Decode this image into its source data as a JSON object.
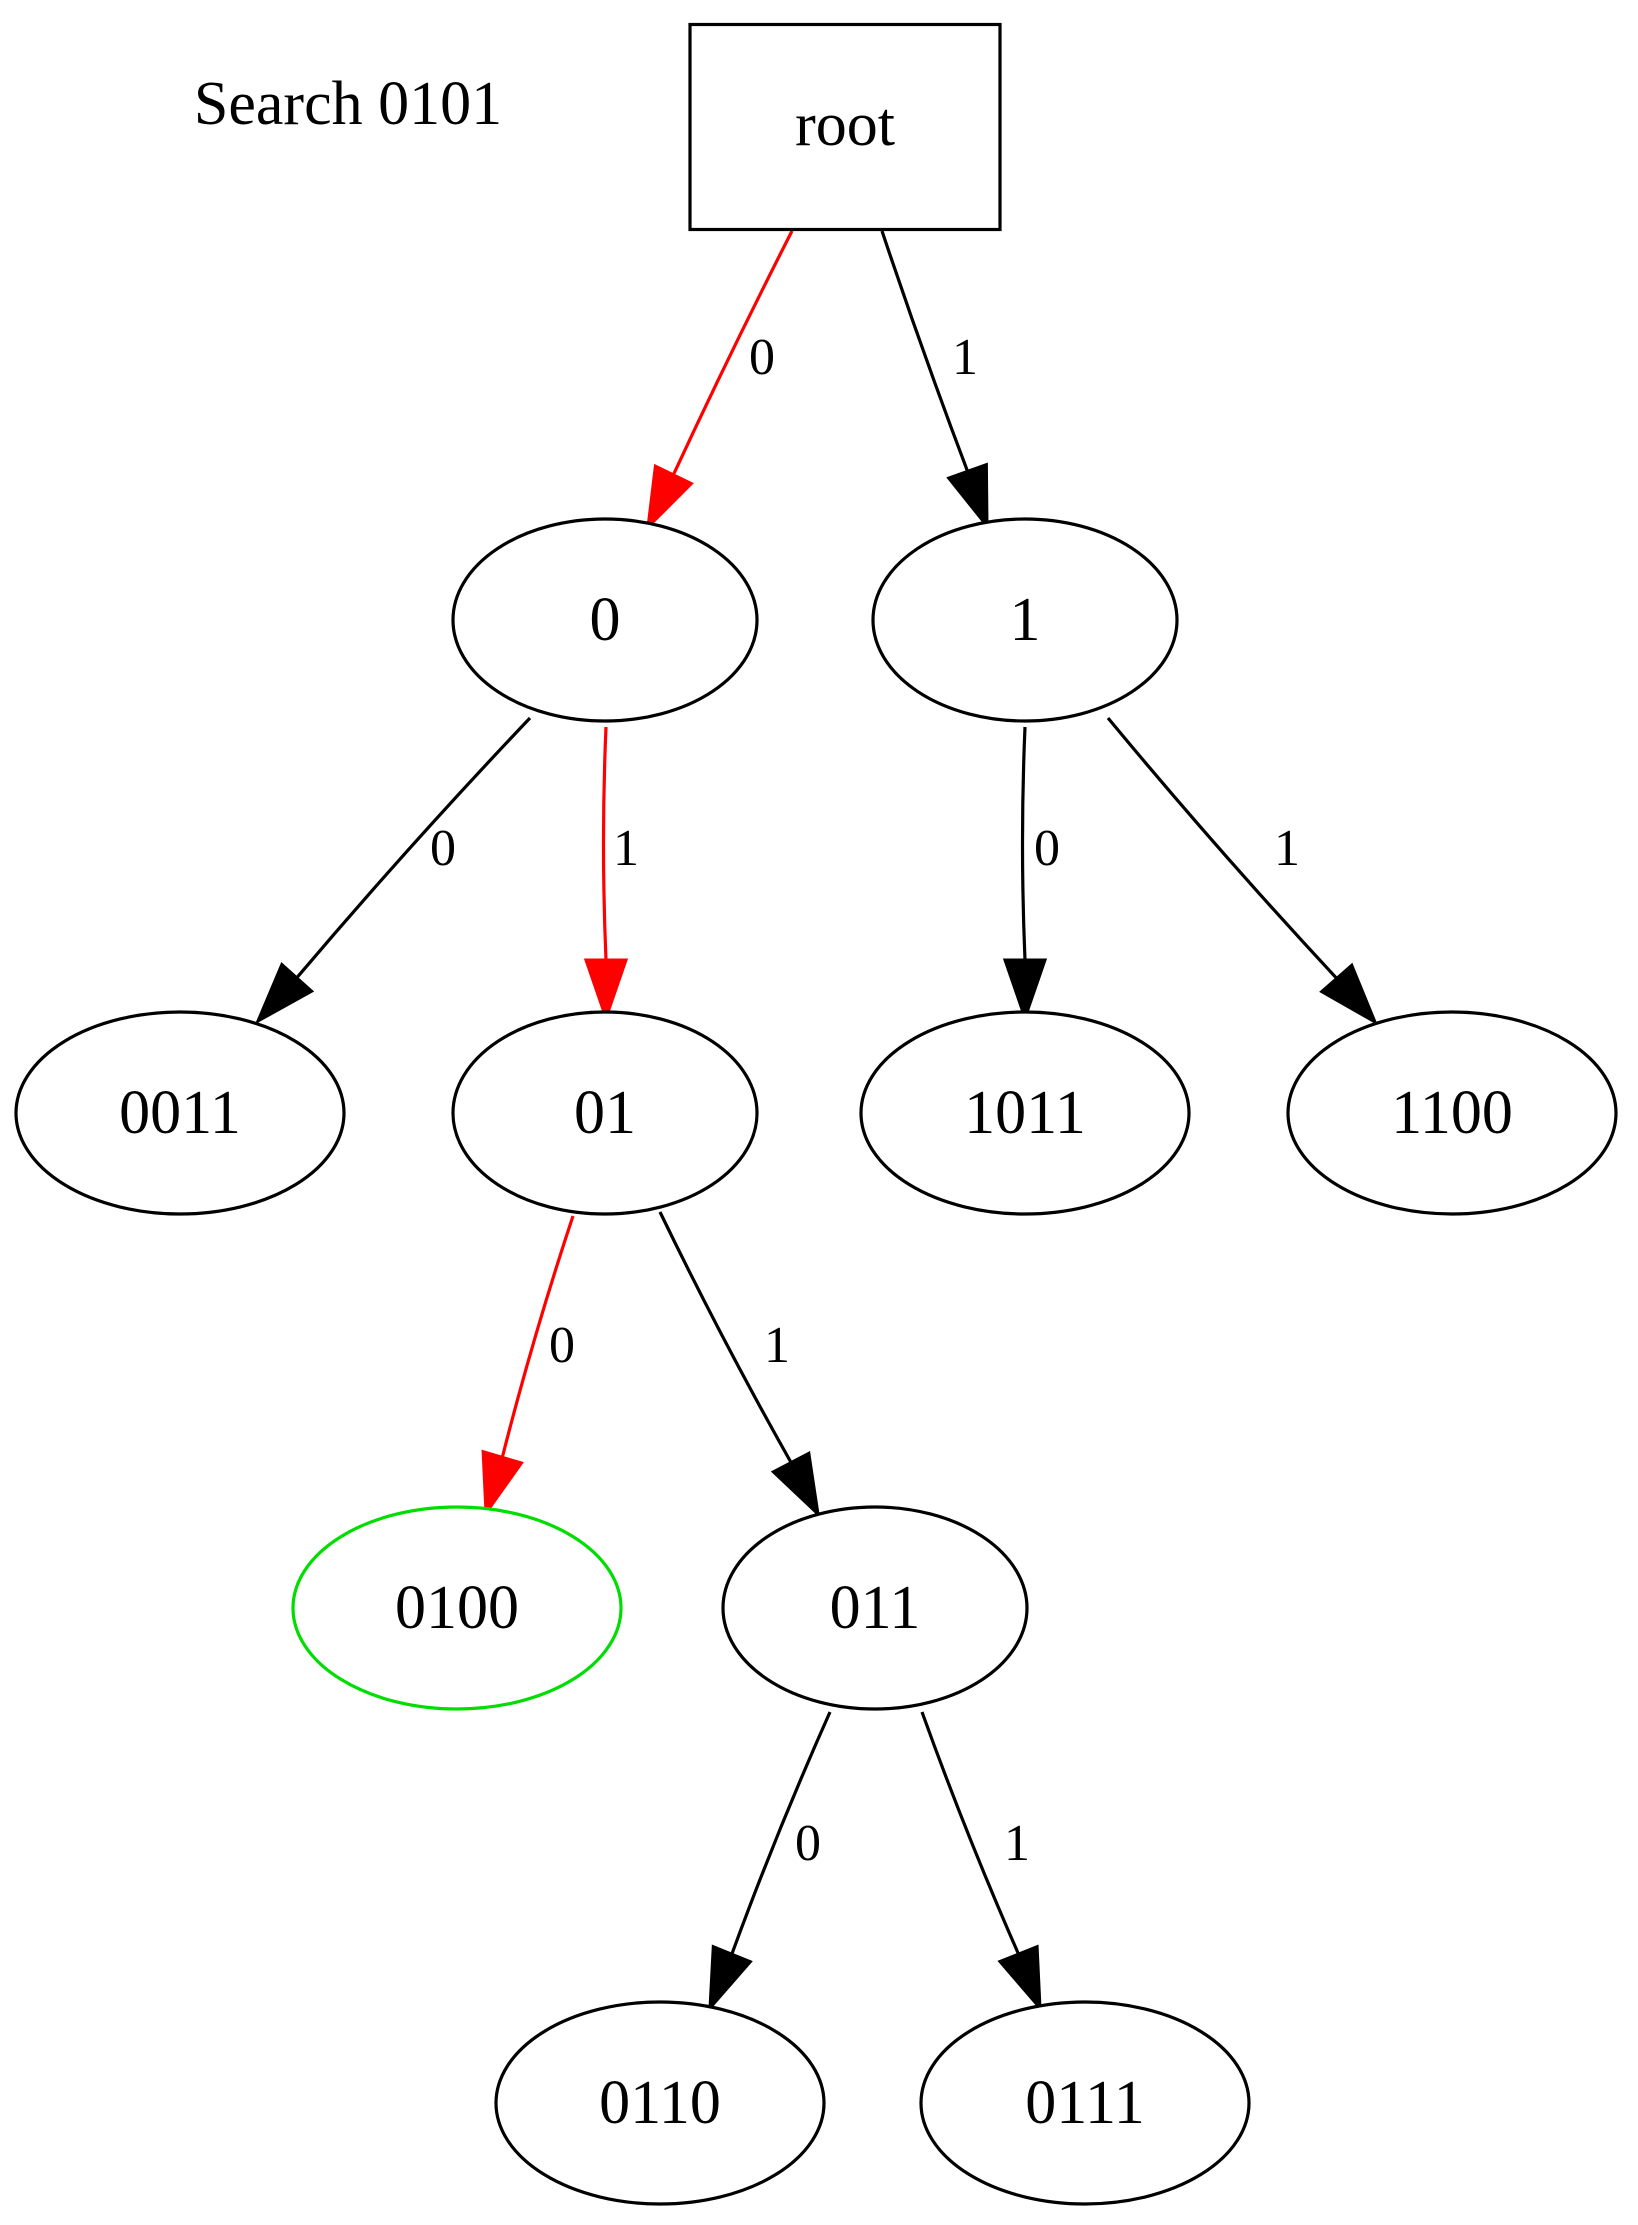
{
  "caption": "Search 0101",
  "colors": {
    "default": "#000000",
    "search_path": "#ff0000",
    "found": "#00dd00",
    "background": "#ffffff"
  },
  "nodes": [
    {
      "id": "root",
      "label": "root",
      "shape": "box"
    },
    {
      "id": "n0",
      "label": "0",
      "shape": "ellipse"
    },
    {
      "id": "n1",
      "label": "1",
      "shape": "ellipse"
    },
    {
      "id": "n0011",
      "label": "0011",
      "shape": "ellipse"
    },
    {
      "id": "n01",
      "label": "01",
      "shape": "ellipse"
    },
    {
      "id": "n1011",
      "label": "1011",
      "shape": "ellipse"
    },
    {
      "id": "n1100",
      "label": "1100",
      "shape": "ellipse"
    },
    {
      "id": "n0100",
      "label": "0100",
      "shape": "ellipse",
      "status": "found"
    },
    {
      "id": "n011",
      "label": "011",
      "shape": "ellipse"
    },
    {
      "id": "n0110",
      "label": "0110",
      "shape": "ellipse"
    },
    {
      "id": "n0111",
      "label": "0111",
      "shape": "ellipse"
    }
  ],
  "edges": [
    {
      "from": "root",
      "to": "n0",
      "label": "0",
      "status": "search_path"
    },
    {
      "from": "root",
      "to": "n1",
      "label": "1"
    },
    {
      "from": "n0",
      "to": "n0011",
      "label": "0"
    },
    {
      "from": "n0",
      "to": "n01",
      "label": "1",
      "status": "search_path"
    },
    {
      "from": "n1",
      "to": "n1011",
      "label": "0"
    },
    {
      "from": "n1",
      "to": "n1100",
      "label": "1"
    },
    {
      "from": "n01",
      "to": "n0100",
      "label": "0",
      "status": "search_path"
    },
    {
      "from": "n01",
      "to": "n011",
      "label": "1"
    },
    {
      "from": "n011",
      "to": "n0110",
      "label": "0"
    },
    {
      "from": "n011",
      "to": "n0111",
      "label": "1"
    }
  ]
}
